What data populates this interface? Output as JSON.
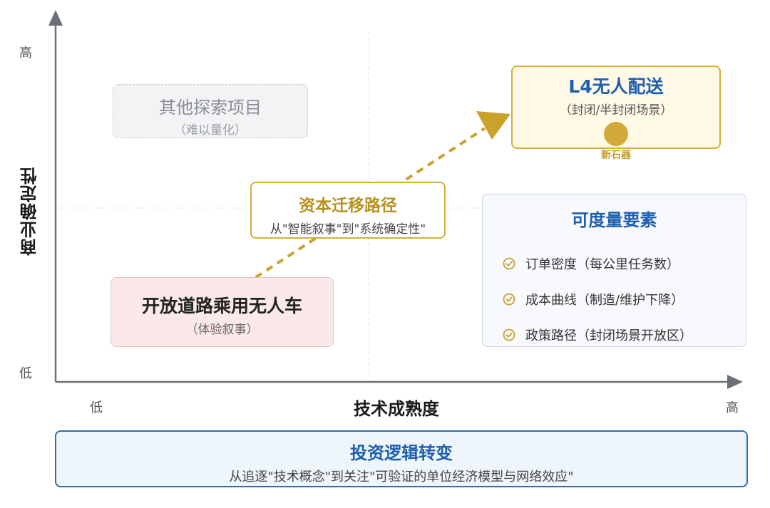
{
  "axes": {
    "y_title": "商业确定性",
    "y_high": "高",
    "y_low": "低",
    "x_title": "技术成熟度",
    "x_low": "低",
    "x_high": "高"
  },
  "boxes": {
    "explore": {
      "title": "其他探索项目",
      "subtitle": "（难以量化）"
    },
    "l4": {
      "title": "L4无人配送",
      "subtitle": "（封闭/半封闭场景）",
      "marker_label": "新石器"
    },
    "path": {
      "title": "资本迁移路径",
      "subtitle": "从\"智能叙事\"到\"系统确定性\""
    },
    "open_road": {
      "title": "开放道路乘用无人车",
      "subtitle": "（体验叙事）"
    },
    "metrics": {
      "title": "可度量要素",
      "items": [
        "订单密度（每公里任务数）",
        "成本曲线（制造/维护下降）",
        "政策路径（封闭场景开放区）"
      ]
    },
    "bottom": {
      "title": "投资逻辑转变",
      "subtitle": "从追逐\"技术概念\"到关注\"可验证的单位经济模型与网络效应\""
    }
  },
  "colors": {
    "gold": "#d4af37",
    "blue": "#1f5fae",
    "axis": "#6b7078"
  },
  "icons": {
    "metric_check": "check-circle-icon"
  }
}
